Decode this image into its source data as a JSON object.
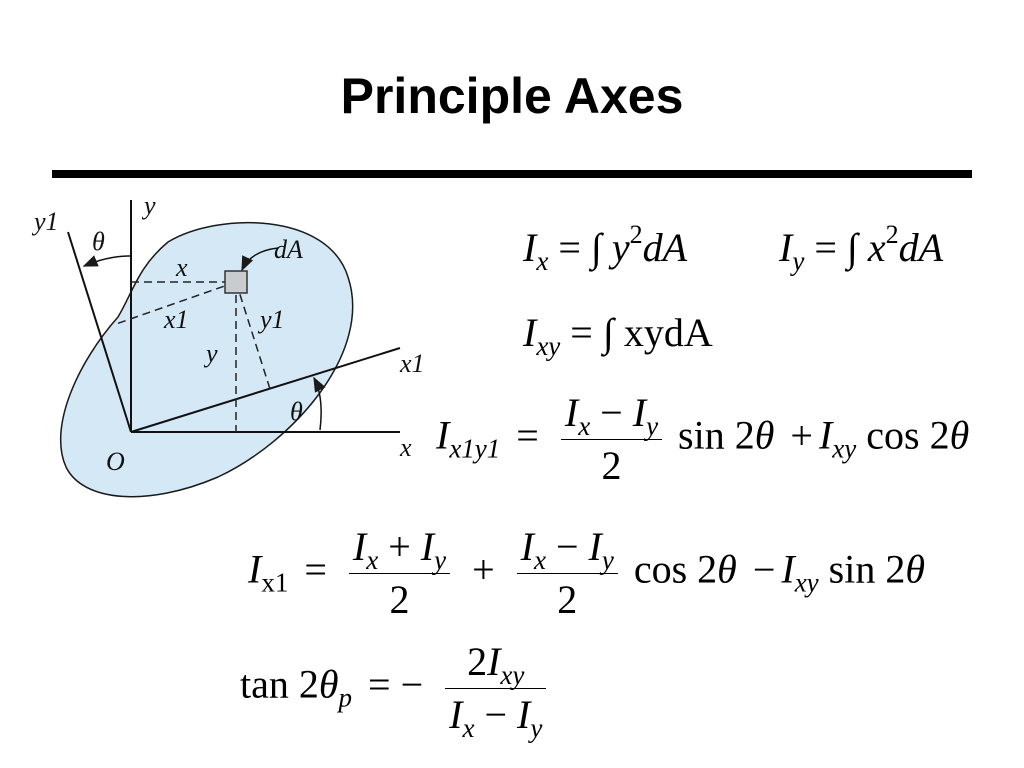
{
  "slide": {
    "title": "Principle Axes"
  },
  "figure": {
    "labels": {
      "y1_axis": "y1",
      "y_axis": "y",
      "theta_top": "θ",
      "dA": "dA",
      "x_dist": "x",
      "x1_dist": "x1",
      "y1_dist": "y1",
      "y_dist": "y",
      "x1_axis": "x1",
      "theta_bottom": "θ",
      "origin": "O",
      "x_axis": "x"
    },
    "colors": {
      "area_fill": "#d4e8f6",
      "outline": "#1a1a1a"
    }
  },
  "equations": {
    "ix": {
      "lhs": "I",
      "lhs_sub": "x",
      "rhs_a": "= ∫ ",
      "var": "y",
      "pow": "2",
      "rhs_b": "dA"
    },
    "iy": {
      "lhs": "I",
      "lhs_sub": "y",
      "rhs_a": "= ∫ ",
      "var": "x",
      "pow": "2",
      "rhs_b": "dA"
    },
    "ixy": {
      "lhs": "I",
      "lhs_sub": "xy",
      "rhs": "= ∫ xydA"
    },
    "ix1y1": {
      "lhs": "I",
      "lhs_sub": "x1y1",
      "eq": "=",
      "num": "I_x − I_y",
      "den": "2",
      "tail_sin": "sin 2",
      "theta": "θ",
      "plus": "+",
      "ixy": "I",
      "ixy_sub": "xy",
      "tail_cos": "cos 2",
      "theta2": "θ"
    },
    "ix1": {
      "lhs": "I",
      "lhs_sub": "x1",
      "eq": "=",
      "num1": "I_x + I_y",
      "den1": "2",
      "plus": "+",
      "num2": "I_x − I_y",
      "den2": "2",
      "tail_cos": "cos 2",
      "theta": "θ",
      "minus": "−",
      "ixy": "I",
      "ixy_sub": "xy",
      "tail_sin": "sin 2",
      "theta2": "θ"
    },
    "tan": {
      "lhs": "tan 2",
      "theta": "θ",
      "theta_sub": "p",
      "eq": "= −",
      "num": "2I_xy",
      "den": "I_x − I_y"
    }
  }
}
